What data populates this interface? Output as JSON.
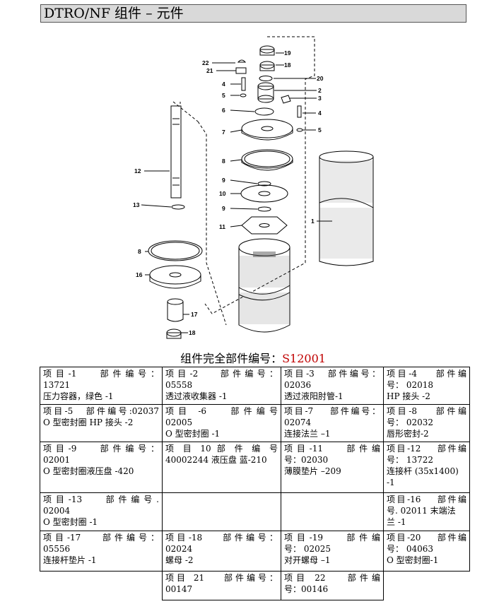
{
  "header": {
    "title": "DTRO/NF 组件 – 元件"
  },
  "diagram": {
    "callouts": [
      "22",
      "21",
      "19",
      "18",
      "20",
      "2",
      "3",
      "4",
      "5",
      "6",
      "7",
      "4",
      "5",
      "8",
      "12",
      "9",
      "10",
      "9",
      "13",
      "11",
      "1",
      "8",
      "16",
      "17",
      "18"
    ]
  },
  "caption": {
    "label": "组件完全部件编号：",
    "code": "S12001"
  },
  "rows": [
    [
      {
        "l1": "项目-1　 部件编号：",
        "l2": "13721",
        "l3": "压力容器，绿色 -1"
      },
      {
        "l1": "项目-2　 部件编号：",
        "l2": "05558",
        "l3": "透过液收集器 -1"
      },
      {
        "l1": "项目-3　部件编号：",
        "l2": "02036",
        "l3": "透过液阳肘管-1"
      },
      {
        "l1": "项目-4　 部件编",
        "l2": "号： 02018",
        "l3": "HP 接头 -2"
      }
    ],
    [
      {
        "l1": "项目-5　部件编号:02037",
        "l2": "O 型密封圈 HP 接头 -2",
        "l3": ""
      },
      {
        "l1": "项目 -6　 部件编号",
        "l2": "02005",
        "l3": "O 型密封圈 -1"
      },
      {
        "l1": "项目-7　 部件编号：",
        "l2": "02074",
        "l3": "连接法兰 –1"
      },
      {
        "l1": "项目-8　 部件编",
        "l2": "号： 02032",
        "l3": "唇形密封-2"
      }
    ],
    [
      {
        "l1": "项目-9　 部件编号：",
        "l2": "02001",
        "l3": "O 型密封圈液压盘 -420"
      },
      {
        "l1": "项 目 10 部 件 编 号",
        "l2": "40002244 液压盘 蓝-210",
        "l3": ""
      },
      {
        "l1": "项目-11　 部件编",
        "l2": "号：02030",
        "l3": "薄膜垫片 –209"
      },
      {
        "l1": "项目-12　 部件编",
        "l2": "号： 13722",
        "l3": "连接杆 (35x1400)",
        "l4": "-1"
      }
    ],
    [
      {
        "l1": "项目-13　 部件编号.",
        "l2": "02004",
        "l3": "O 型密封圈 -1"
      },
      {
        "empty": true
      },
      {
        "empty": true
      },
      {
        "l1": "项目-16　 部件编",
        "l2": "号. 02011 末端法",
        "l3": "兰 -1"
      }
    ],
    [
      {
        "l1": "项目-17　 部件编号：",
        "l2": "05556",
        "l3": "连接杆垫片 -1"
      },
      {
        "l1": "项目-18　 部件编号：",
        "l2": "02024",
        "l3": "螺母 -2"
      },
      {
        "l1": "项目-19　 部件编",
        "l2": "号： 02025",
        "l3": "对开螺母 –1"
      },
      {
        "l1": "项目-20　 部件编",
        "l2": "号： 04063",
        "l3": "O 型密封圈-1"
      }
    ],
    [
      {
        "blank": true
      },
      {
        "l1": "项目 21　 部件编号：",
        "l2": "00147",
        "l3": ""
      },
      {
        "l1": "项目 22　 部件编",
        "l2": "号：00146",
        "l3": ""
      },
      {
        "blank": true
      }
    ]
  ]
}
